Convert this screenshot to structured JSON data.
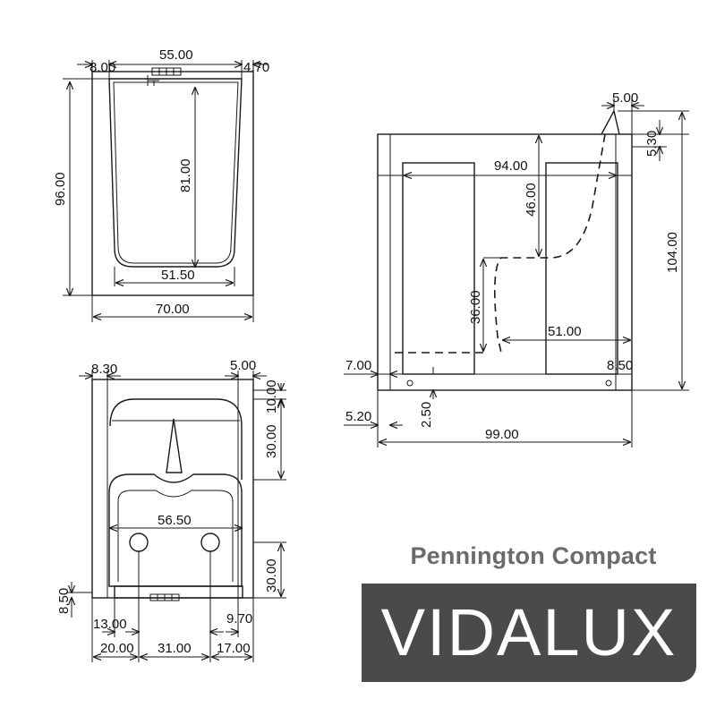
{
  "product": {
    "name": "Pennington Compact",
    "brand": "VIDALUX"
  },
  "views": {
    "top": {
      "overall_width": "70.00",
      "overall_length": "96.00",
      "inner_top_width": "55.00",
      "left_rim": "8.00",
      "right_rim": "4.70",
      "inner_depth": "81.00",
      "inner_bottom_width": "51.50"
    },
    "front": {
      "left_rim": "8.30",
      "right_rim": "5.00",
      "top_rim": "10.00",
      "upper_height": "30.00",
      "inner_width": "56.50",
      "lower_height": "30.00",
      "base_offset": "8.50",
      "left_drain": "13.00",
      "right_drain": "9.70",
      "left_span": "20.00",
      "center_span": "31.00",
      "right_span": "17.00"
    },
    "side": {
      "step_width": "5.00",
      "step_height": "5.30",
      "seat_width": "94.00",
      "seat_depth": "46.00",
      "seat_height": "36.00",
      "foot_length": "51.00",
      "overall_height": "104.00",
      "left_leg": "7.00",
      "right_leg": "8.50",
      "left_base": "5.20",
      "base_height": "2.50",
      "overall_length": "99.00"
    }
  }
}
